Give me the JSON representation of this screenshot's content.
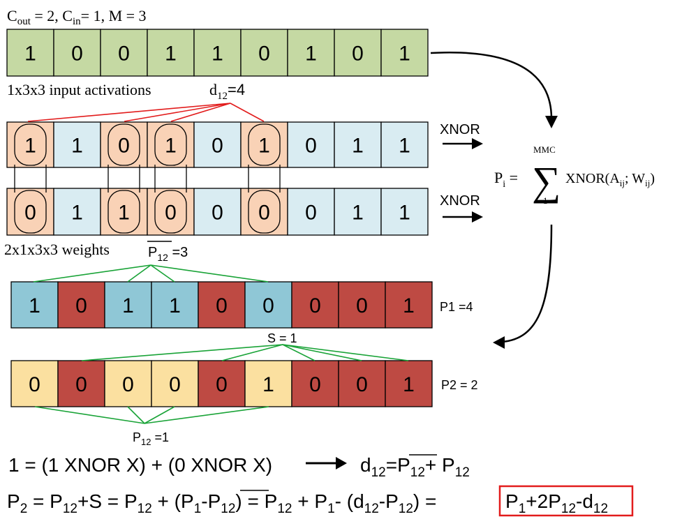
{
  "header": {
    "c_out": "2",
    "c_in": "1",
    "m": "3"
  },
  "labels": {
    "input_activations": "1x3x3 input activations",
    "weights": "2x1x3x3 weights",
    "d12_value": "=4",
    "p12_bar_value": " =3",
    "p12_value": " =1",
    "p1": "P1 =4",
    "p2": "P2 = 2",
    "s": "S = 1",
    "xnor_1": "XNOR",
    "xnor_2": "XNOR"
  },
  "formula": {
    "lhs": "P",
    "lhs_sub": "i",
    "sum_top": "MMC",
    "sum_bottom": "1",
    "body": "XNOR(A",
    "a_sub": "ij",
    "sep": "; W",
    "w_sub": "ij",
    "close": ")"
  },
  "colors": {
    "green": "#c5d9a3",
    "peach": "#f9d2b6",
    "light_blue": "#d9ecf2",
    "teal": "#8fc7d6",
    "red": "#be4a43",
    "yellow": "#fbe0a0",
    "connector_red": "#e21c1c",
    "connector_green": "#19a337",
    "highlight_box": "#e21c1c"
  },
  "rows": {
    "input": {
      "values": [
        "1",
        "0",
        "0",
        "1",
        "1",
        "0",
        "1",
        "0",
        "1"
      ],
      "colors": [
        "green",
        "green",
        "green",
        "green",
        "green",
        "green",
        "green",
        "green",
        "green"
      ]
    },
    "weight1": {
      "values": [
        "1",
        "1",
        "0",
        "1",
        "0",
        "1",
        "0",
        "1",
        "1"
      ],
      "colors": [
        "peach",
        "light_blue",
        "peach",
        "peach",
        "light_blue",
        "peach",
        "light_blue",
        "light_blue",
        "light_blue"
      ]
    },
    "weight2": {
      "values": [
        "0",
        "1",
        "1",
        "0",
        "0",
        "0",
        "0",
        "1",
        "1"
      ],
      "colors": [
        "peach",
        "light_blue",
        "peach",
        "peach",
        "light_blue",
        "peach",
        "light_blue",
        "light_blue",
        "light_blue"
      ]
    },
    "p1": {
      "values": [
        "1",
        "0",
        "1",
        "1",
        "0",
        "0",
        "0",
        "0",
        "1"
      ],
      "colors": [
        "teal",
        "red",
        "teal",
        "teal",
        "red",
        "teal",
        "red",
        "red",
        "red"
      ]
    },
    "p2": {
      "values": [
        "0",
        "0",
        "0",
        "0",
        "0",
        "1",
        "0",
        "0",
        "1"
      ],
      "colors": [
        "yellow",
        "red",
        "yellow",
        "yellow",
        "red",
        "yellow",
        "red",
        "red",
        "red"
      ]
    }
  },
  "equations": {
    "eq1_lhs": "1 = (1 XNOR X) + (0 XNOR X)",
    "eq2_parts": [
      "P",
      "2",
      " = P",
      "12",
      "+S = P",
      "12",
      " + (P",
      "1",
      "-",
      "P",
      "12",
      ") = P",
      "12",
      " + P",
      "1",
      "- (d",
      "12",
      "-P",
      "12",
      ") = "
    ],
    "eq2_highlight": [
      "P",
      "1",
      "+2P",
      "12",
      "-d",
      "12"
    ]
  }
}
